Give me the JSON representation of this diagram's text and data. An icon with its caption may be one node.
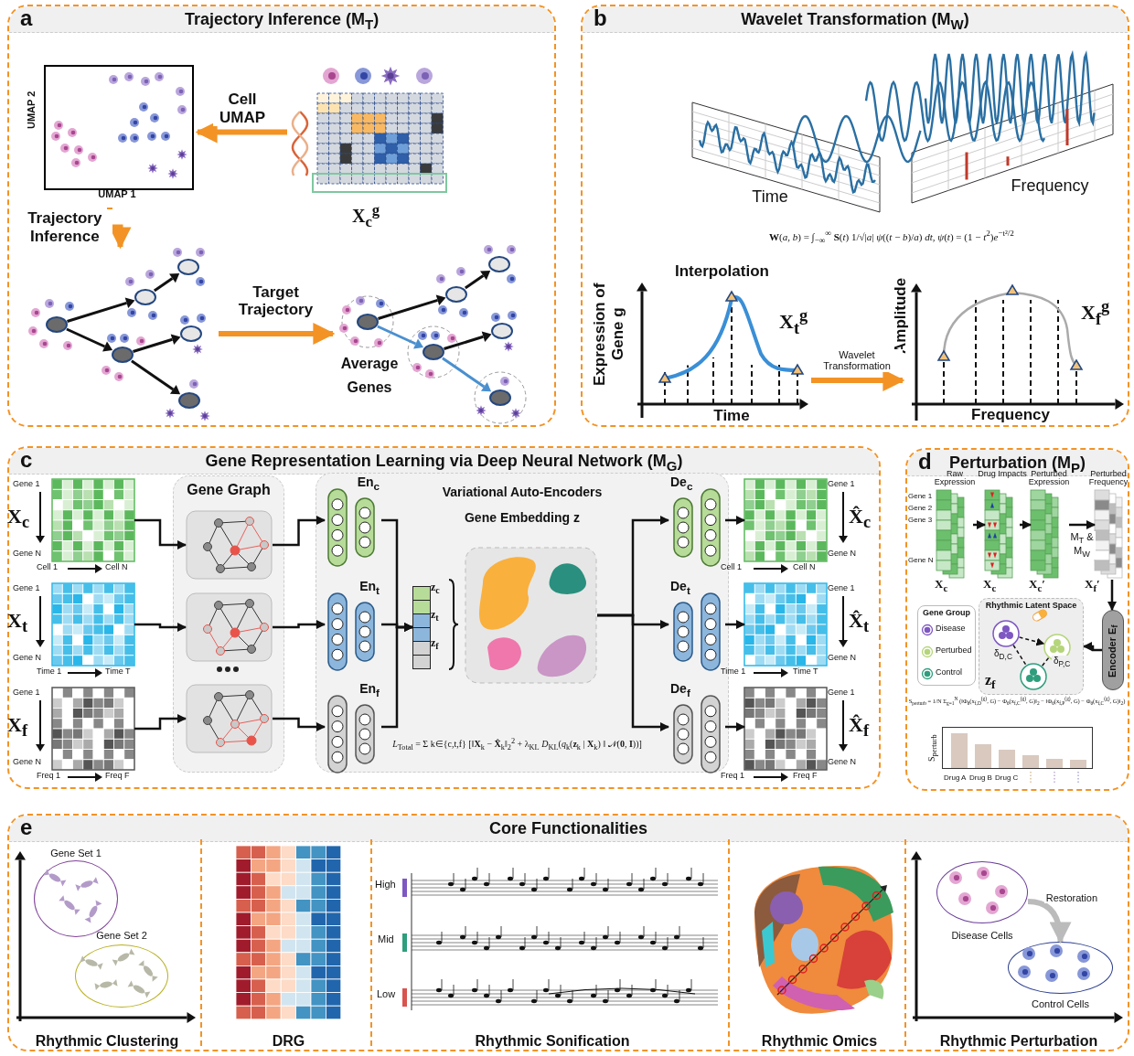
{
  "diagram": {
    "nodes": [
      {
        "text": [
          "a",
          "Trajectory Inference (M$_{T}$)"
        ]
      },
      {
        "text": [],
        "shape": "picture",
        "in": 0
      },
      {
        "text": [],
        "shape": "picture",
        "in": 0,
        "beside": [
          "**X**$_{c}$$^{g}$"
        ]
      },
      {
        "text": [],
        "shape": "picture",
        "in": 0
      },
      {
        "text": [
          "Average Genes"
        ],
        "in": 0
      },
      {
        "text": [
          "b",
          "Wavelet Transformation (M$_{W}$)"
        ]
      },
      {
        "text": [],
        "shape": "picture",
        "in": 5
      },
      {
        "text": [
          "Interpolation",
          "**X**$_{t}$$^{g}$"
        ],
        "in": 5
      },
      {
        "text": [
          "**X**$_{f}$$^{g}$"
        ],
        "in": 5
      },
      {
        "text": [
          "c",
          "Gene Representation Learning via Deep Neural Network (M$_{G}$)"
        ]
      },
      {
        "text": [],
        "shape": "picture",
        "in": 9,
        "beside": [
          "**X**$_{c}$"
        ]
      },
      {
        "text": [],
        "shape": "picture",
        "in": 9,
        "beside": [
          "**X**$_{t}$"
        ]
      },
      {
        "text": [],
        "shape": "picture",
        "in": 9,
        "beside": [
          "**X**$_{f}$"
        ]
      },
      {
        "text": [
          "Gene Graph"
        ],
        "in": 9
      },
      {
        "text": [],
        "shape": "picture",
        "in": 13
      },
      {
        "text": [],
        "shape": "picture",
        "in": 13
      },
      {
        "text": [],
        "shape": "picture",
        "in": 13
      },
      {
        "text": [
          "Variational Auto-Encoders",
          "Gene Embedding z"
        ],
        "in": 9
      },
      {
        "text": [
          "En$_{c}$"
        ],
        "in": 17
      },
      {
        "text": [
          "En$_{t}$"
        ],
        "in": 17
      },
      {
        "text": [
          "En$_{f}$"
        ],
        "in": 17
      },
      {
        "text": [],
        "shape": "bar",
        "in": 17,
        "beside": [
          "z$_{c}$",
          "z$_{t}$",
          "z$_{f}$"
        ]
      },
      {
        "text": [],
        "shape": "picture",
        "in": 17
      },
      {
        "text": [
          "De$_{c}$"
        ],
        "in": 17
      },
      {
        "text": [
          "De$_{t}$"
        ],
        "in": 17
      },
      {
        "text": [
          "De$_{f}$"
        ],
        "in": 17
      },
      {
        "text": [],
        "shape": "picture",
        "in": 9,
        "beside": [
          "**X̂**$_{c}$"
        ]
      },
      {
        "text": [],
        "shape": "picture",
        "in": 9,
        "beside": [
          "**X̂**$_{t}$"
        ]
      },
      {
        "text": [],
        "shape": "picture",
        "in": 9,
        "beside": [
          "**X̂**$_{f}$"
        ]
      },
      {
        "text": [
          "d",
          "Perturbation (M$_{P}$)"
        ]
      },
      {
        "text": [
          "Raw Expression"
        ],
        "in": 29,
        "beside": [
          "**X**$_{c}$"
        ]
      },
      {
        "text": [
          "Drug Impacts"
        ],
        "in": 29,
        "beside": [
          "**X**$_{c}$"
        ]
      },
      {
        "text": [
          "Perturbed Expression"
        ],
        "in": 29,
        "beside": [
          "**X**$_{c}$′"
        ]
      },
      {
        "text": [
          "Perturbed Frequency"
        ],
        "in": 29,
        "beside": [
          "**X**$_{f}$′"
        ]
      },
      {
        "text": [
          "Encoder E$_{f}$"
        ],
        "in": 29
      },
      {
        "text": [
          "Rhythmic Latent Space",
          "z$_{f}$"
        ],
        "in": 29
      },
      {
        "text": [],
        "shape": "circle",
        "in": 35
      },
      {
        "text": [],
        "shape": "circle",
        "in": 35
      },
      {
        "text": [],
        "shape": "circle",
        "in": 35
      },
      {
        "text": [
          "e",
          "Core Functionalities"
        ]
      },
      {
        "text": [
          "Rhythmic Clustering"
        ],
        "in": 39
      },
      {
        "text": [
          "Gene Set 1"
        ],
        "in": 40
      },
      {
        "text": [
          "Gene Set 2"
        ],
        "in": 40
      },
      {
        "text": [
          "DRG"
        ],
        "in": 39
      },
      {
        "text": [
          "Rhythmic Sonification"
        ],
        "in": 39
      },
      {
        "text": [
          "Rhythmic Omics"
        ],
        "in": 39
      },
      {
        "text": [
          "Rhythmic Perturbation"
        ],
        "in": 39
      },
      {
        "text": [
          "Disease Cells"
        ],
        "in": 46
      },
      {
        "text": [
          "Control Cells"
        ],
        "in": 46
      }
    ],
    "edges": [
      {
        "from": 2,
        "to": 1,
        "arrow": "to",
        "label": "Cell UMAP",
        "style": "thick",
        "color": "#f39325"
      },
      {
        "from": 1,
        "to": 3,
        "arrow": "to",
        "label": "Trajectory Inference",
        "style": "thick",
        "color": "#f39325"
      },
      {
        "from": 3,
        "to": 4,
        "arrow": "to",
        "label": "Target Trajectory",
        "style": "thick",
        "color": "#f39325"
      },
      {
        "from": 7,
        "to": 8,
        "arrow": "to",
        "label": "Wavelet Transformation",
        "style": "thick",
        "color": "#f39325"
      },
      {
        "from": 10,
        "to": 14,
        "arrow": "to"
      },
      {
        "from": 11,
        "to": 15,
        "arrow": "to"
      },
      {
        "from": 12,
        "to": 16,
        "arrow": "to"
      },
      {
        "from": 14,
        "to": 18,
        "arrow": "to"
      },
      {
        "from": 15,
        "to": 19,
        "arrow": "to"
      },
      {
        "from": 16,
        "to": 20,
        "arrow": "to"
      },
      {
        "from": 18,
        "to": 21,
        "arrow": "to"
      },
      {
        "from": 19,
        "to": 21,
        "arrow": "to"
      },
      {
        "from": 20,
        "to": 21,
        "arrow": "to"
      },
      {
        "from": 22,
        "to": 23,
        "arrow": "to"
      },
      {
        "from": 22,
        "to": 24,
        "arrow": "to"
      },
      {
        "from": 22,
        "to": 25,
        "arrow": "to"
      },
      {
        "from": 23,
        "to": 26,
        "arrow": "to"
      },
      {
        "from": 24,
        "to": 27,
        "arrow": "to"
      },
      {
        "from": 25,
        "to": 28,
        "arrow": "to"
      },
      {
        "from": 30,
        "to": 31,
        "arrow": "to"
      },
      {
        "from": 31,
        "to": 32,
        "arrow": "to"
      },
      {
        "from": 32,
        "to": 33,
        "arrow": "to",
        "label": "M$_{T}$ & M$_{W}$"
      },
      {
        "from": 33,
        "to": 34,
        "arrow": "to"
      },
      {
        "from": 34,
        "to": 35,
        "arrow": "to"
      },
      {
        "from": 36,
        "to": 37,
        "arrow": "to",
        "style": "dashed"
      },
      {
        "from": 36,
        "to": 38,
        "arrow": "none",
        "label": "δ$_{D,C}$",
        "style": "dashed"
      },
      {
        "from": 37,
        "to": 38,
        "arrow": "none",
        "label": "δ$_{P,C}$",
        "style": "dashed"
      },
      {
        "from": 47,
        "to": 48,
        "arrow": "to",
        "label": "Restoration",
        "style": "thick",
        "color": "#bbbbbb"
      }
    ],
    "labels": [
      "UMAP 2",
      "UMAP 1",
      "Time",
      "Frequency",
      "**W**(*a*, *b*) = ∫$_{−∞}$$^{∞}$ **S**(*t*) 1/√|*a*| *ψ*((*t* − *b*)/*a*) *dt*,   *ψ*(*t*) = (1 − *t*$^{2}$)*e*$^{−t²/2}$",
      "Expression of Gene g",
      "Time",
      "Amplitude",
      "Frequency",
      "Gene 1",
      "Gene N",
      "Cell 1",
      "Cell N",
      "Gene 1",
      "Gene N",
      "Cell 1",
      "Cell N",
      "Gene 1",
      "Gene N",
      "Time 1",
      "Time T",
      "Gene 1",
      "Gene N",
      "Time 1",
      "Time T",
      "Gene 1",
      "Gene N",
      "Freq 1",
      "Freq F",
      "Gene 1",
      "Gene N",
      "Freq 1",
      "Freq F",
      "*L*$_{Total}$ = Σ k∈{c,t,f} [‖**X**$_{k}$ − **X̂**$_{k}$‖$_{2}$$^{2}$ + λ$_{KL}$ *D*$_{KL}$(*q*$_{k}$(**z**$_{k}$ | **X**$_{k}$) ‖ 𝒩(**0**, **I**))]",
      "Gene 1",
      "Gene 2",
      "Gene 3",
      "Gene N",
      "Gene Group",
      "S$_{perturb}$ = 1/N Σ$_{g=1}$$^{N}$ (‖Φ$_{θ}$(x$_{f,D}$$^{(g)}$, G) − Φ$_{θ}$(x$_{f,C}$$^{(g)}$, G)‖$_{2}$ − ‖Φ$_{θ}$(x$_{f,P}$$^{(g)}$, G) − Φ$_{θ}$(x$_{f,C}$$^{(g)}$, G)‖$_{2}$)",
      "S$_{perturb}$",
      "Drug A",
      "Drug B",
      "Drug C",
      "High",
      "Mid",
      "Low"
    ],
    "legend": [
      {
        "text": "Disease",
        "color": "#7e57c2"
      },
      {
        "text": "Perturbed",
        "color": "#b5d57a"
      },
      {
        "text": "Control",
        "color": "#2e9e7d"
      }
    ]
  }
}
